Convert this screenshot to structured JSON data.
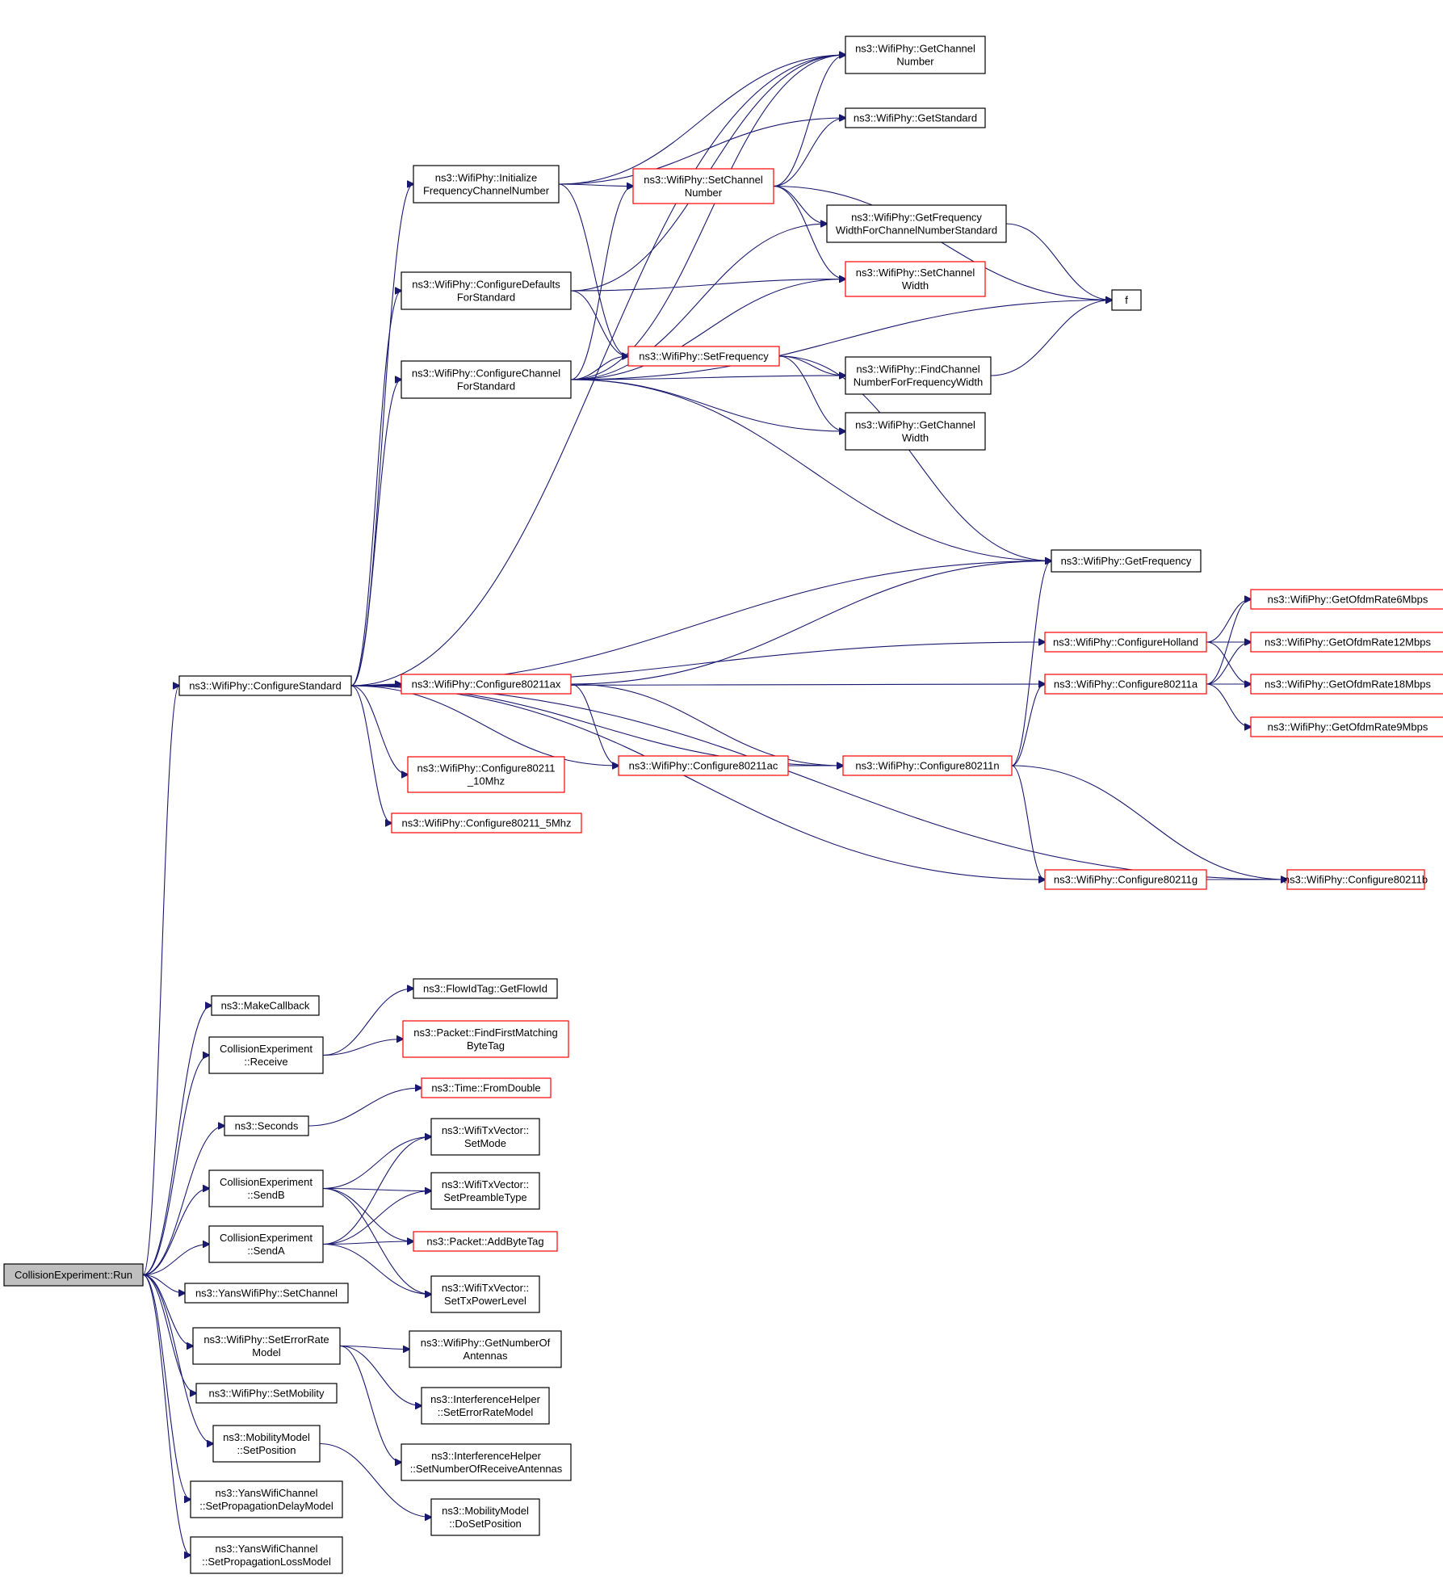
{
  "colors": {
    "edge": "#191970",
    "documented_border": "#000000",
    "undocumented_border": "#ff0000",
    "root_fill": "#bfbfbf"
  },
  "nodes": [
    {
      "id": "run",
      "lines": [
        "CollisionExperiment::Run"
      ],
      "border": "black",
      "root": true
    },
    {
      "id": "configureStandard",
      "lines": [
        "ns3::WifiPhy::ConfigureStandard"
      ],
      "border": "black"
    },
    {
      "id": "initFreq",
      "lines": [
        "ns3::WifiPhy::Initialize",
        "FrequencyChannelNumber"
      ],
      "border": "black"
    },
    {
      "id": "confDefaults",
      "lines": [
        "ns3::WifiPhy::ConfigureDefaults",
        "ForStandard"
      ],
      "border": "black"
    },
    {
      "id": "confChannel",
      "lines": [
        "ns3::WifiPhy::ConfigureChannel",
        "ForStandard"
      ],
      "border": "black"
    },
    {
      "id": "getChannelNumber",
      "lines": [
        "ns3::WifiPhy::GetChannel",
        "Number"
      ],
      "border": "black"
    },
    {
      "id": "getStandard",
      "lines": [
        "ns3::WifiPhy::GetStandard"
      ],
      "border": "black"
    },
    {
      "id": "setChannelNumber",
      "lines": [
        "ns3::WifiPhy::SetChannel",
        "Number"
      ],
      "border": "red"
    },
    {
      "id": "getFreqWidth",
      "lines": [
        "ns3::WifiPhy::GetFrequency",
        "WidthForChannelNumberStandard"
      ],
      "border": "black"
    },
    {
      "id": "setChannelWidth",
      "lines": [
        "ns3::WifiPhy::SetChannel",
        "Width"
      ],
      "border": "red"
    },
    {
      "id": "f",
      "lines": [
        "f"
      ],
      "border": "black"
    },
    {
      "id": "setFrequency",
      "lines": [
        "ns3::WifiPhy::SetFrequency"
      ],
      "border": "red"
    },
    {
      "id": "findChannel",
      "lines": [
        "ns3::WifiPhy::FindChannel",
        "NumberForFrequencyWidth"
      ],
      "border": "black"
    },
    {
      "id": "getChannelWidth",
      "lines": [
        "ns3::WifiPhy::GetChannel",
        "Width"
      ],
      "border": "black"
    },
    {
      "id": "getFrequency",
      "lines": [
        "ns3::WifiPhy::GetFrequency"
      ],
      "border": "black"
    },
    {
      "id": "confHolland",
      "lines": [
        "ns3::WifiPhy::ConfigureHolland"
      ],
      "border": "red"
    },
    {
      "id": "conf80211a",
      "lines": [
        "ns3::WifiPhy::Configure80211a"
      ],
      "border": "red"
    },
    {
      "id": "ofdm6",
      "lines": [
        "ns3::WifiPhy::GetOfdmRate6Mbps"
      ],
      "border": "red"
    },
    {
      "id": "ofdm12",
      "lines": [
        "ns3::WifiPhy::GetOfdmRate12Mbps"
      ],
      "border": "red"
    },
    {
      "id": "ofdm18",
      "lines": [
        "ns3::WifiPhy::GetOfdmRate18Mbps"
      ],
      "border": "red"
    },
    {
      "id": "ofdm9",
      "lines": [
        "ns3::WifiPhy::GetOfdmRate9Mbps"
      ],
      "border": "red"
    },
    {
      "id": "conf80211ax",
      "lines": [
        "ns3::WifiPhy::Configure80211ax"
      ],
      "border": "red"
    },
    {
      "id": "conf80211ac",
      "lines": [
        "ns3::WifiPhy::Configure80211ac"
      ],
      "border": "red"
    },
    {
      "id": "conf80211n",
      "lines": [
        "ns3::WifiPhy::Configure80211n"
      ],
      "border": "red"
    },
    {
      "id": "conf10mhz",
      "lines": [
        "ns3::WifiPhy::Configure80211",
        "_10Mhz"
      ],
      "border": "red"
    },
    {
      "id": "conf5mhz",
      "lines": [
        "ns3::WifiPhy::Configure80211_5Mhz"
      ],
      "border": "red"
    },
    {
      "id": "conf80211g",
      "lines": [
        "ns3::WifiPhy::Configure80211g"
      ],
      "border": "red"
    },
    {
      "id": "conf80211b",
      "lines": [
        "ns3::WifiPhy::Configure80211b"
      ],
      "border": "red"
    },
    {
      "id": "makeCallback",
      "lines": [
        "ns3::MakeCallback"
      ],
      "border": "black"
    },
    {
      "id": "receive",
      "lines": [
        "CollisionExperiment",
        "::Receive"
      ],
      "border": "black"
    },
    {
      "id": "getFlowId",
      "lines": [
        "ns3::FlowIdTag::GetFlowId"
      ],
      "border": "black"
    },
    {
      "id": "findFirstByteTag",
      "lines": [
        "ns3::Packet::FindFirstMatching",
        "ByteTag"
      ],
      "border": "red"
    },
    {
      "id": "seconds",
      "lines": [
        "ns3::Seconds"
      ],
      "border": "black"
    },
    {
      "id": "fromDouble",
      "lines": [
        "ns3::Time::FromDouble"
      ],
      "border": "red"
    },
    {
      "id": "sendB",
      "lines": [
        "CollisionExperiment",
        "::SendB"
      ],
      "border": "black"
    },
    {
      "id": "sendA",
      "lines": [
        "CollisionExperiment",
        "::SendA"
      ],
      "border": "black"
    },
    {
      "id": "setMode",
      "lines": [
        "ns3::WifiTxVector::",
        "SetMode"
      ],
      "border": "black"
    },
    {
      "id": "setPreamble",
      "lines": [
        "ns3::WifiTxVector::",
        "SetPreambleType"
      ],
      "border": "black"
    },
    {
      "id": "addByteTag",
      "lines": [
        "ns3::Packet::AddByteTag"
      ],
      "border": "red"
    },
    {
      "id": "setTxPower",
      "lines": [
        "ns3::WifiTxVector::",
        "SetTxPowerLevel"
      ],
      "border": "black"
    },
    {
      "id": "yansSetChannel",
      "lines": [
        "ns3::YansWifiPhy::SetChannel"
      ],
      "border": "black"
    },
    {
      "id": "setErrorRate",
      "lines": [
        "ns3::WifiPhy::SetErrorRate",
        "Model"
      ],
      "border": "black"
    },
    {
      "id": "getNumAntennas",
      "lines": [
        "ns3::WifiPhy::GetNumberOf",
        "Antennas"
      ],
      "border": "black"
    },
    {
      "id": "ihSetErrorRate",
      "lines": [
        "ns3::InterferenceHelper",
        "::SetErrorRateModel"
      ],
      "border": "black"
    },
    {
      "id": "ihSetNumAntennas",
      "lines": [
        "ns3::InterferenceHelper",
        "::SetNumberOfReceiveAntennas"
      ],
      "border": "black"
    },
    {
      "id": "setMobility",
      "lines": [
        "ns3::WifiPhy::SetMobility"
      ],
      "border": "black"
    },
    {
      "id": "mmSetPosition",
      "lines": [
        "ns3::MobilityModel",
        "::SetPosition"
      ],
      "border": "black"
    },
    {
      "id": "mmDoSetPosition",
      "lines": [
        "ns3::MobilityModel",
        "::DoSetPosition"
      ],
      "border": "black"
    },
    {
      "id": "ywcSetDelay",
      "lines": [
        "ns3::YansWifiChannel",
        "::SetPropagationDelayModel"
      ],
      "border": "black"
    },
    {
      "id": "ywcSetLoss",
      "lines": [
        "ns3::YansWifiChannel",
        "::SetPropagationLossModel"
      ],
      "border": "black"
    }
  ],
  "edges": [
    [
      "run",
      "configureStandard"
    ],
    [
      "run",
      "makeCallback"
    ],
    [
      "run",
      "receive"
    ],
    [
      "run",
      "seconds"
    ],
    [
      "run",
      "sendB"
    ],
    [
      "run",
      "sendA"
    ],
    [
      "run",
      "yansSetChannel"
    ],
    [
      "run",
      "setErrorRate"
    ],
    [
      "run",
      "setMobility"
    ],
    [
      "run",
      "mmSetPosition"
    ],
    [
      "run",
      "ywcSetDelay"
    ],
    [
      "run",
      "ywcSetLoss"
    ],
    [
      "configureStandard",
      "initFreq"
    ],
    [
      "configureStandard",
      "confDefaults"
    ],
    [
      "configureStandard",
      "confChannel"
    ],
    [
      "configureStandard",
      "getChannelNumber"
    ],
    [
      "configureStandard",
      "getFrequency"
    ],
    [
      "configureStandard",
      "confHolland"
    ],
    [
      "configureStandard",
      "conf80211a"
    ],
    [
      "configureStandard",
      "conf80211ax"
    ],
    [
      "configureStandard",
      "conf80211ac"
    ],
    [
      "configureStandard",
      "conf80211n"
    ],
    [
      "configureStandard",
      "conf10mhz"
    ],
    [
      "configureStandard",
      "conf5mhz"
    ],
    [
      "configureStandard",
      "conf80211g"
    ],
    [
      "configureStandard",
      "conf80211b"
    ],
    [
      "initFreq",
      "getChannelNumber"
    ],
    [
      "initFreq",
      "getStandard"
    ],
    [
      "initFreq",
      "setChannelNumber"
    ],
    [
      "initFreq",
      "setFrequency"
    ],
    [
      "confDefaults",
      "getChannelNumber"
    ],
    [
      "confDefaults",
      "setChannelWidth"
    ],
    [
      "confDefaults",
      "setFrequency"
    ],
    [
      "confChannel",
      "getChannelNumber"
    ],
    [
      "confChannel",
      "setChannelNumber"
    ],
    [
      "confChannel",
      "getFreqWidth"
    ],
    [
      "confChannel",
      "setChannelWidth"
    ],
    [
      "confChannel",
      "setFrequency"
    ],
    [
      "confChannel",
      "findChannel"
    ],
    [
      "confChannel",
      "getChannelWidth"
    ],
    [
      "confChannel",
      "f"
    ],
    [
      "confChannel",
      "getFrequency"
    ],
    [
      "setChannelNumber",
      "getChannelNumber"
    ],
    [
      "setChannelNumber",
      "getStandard"
    ],
    [
      "setChannelNumber",
      "getFreqWidth"
    ],
    [
      "setChannelNumber",
      "setChannelWidth"
    ],
    [
      "setChannelNumber",
      "f"
    ],
    [
      "getFreqWidth",
      "f"
    ],
    [
      "setFrequency",
      "findChannel"
    ],
    [
      "setFrequency",
      "getChannelWidth"
    ],
    [
      "setFrequency",
      "getFrequency"
    ],
    [
      "findChannel",
      "f"
    ],
    [
      "conf80211ax",
      "getFrequency"
    ],
    [
      "conf80211ax",
      "conf80211ac"
    ],
    [
      "conf80211ax",
      "conf80211n"
    ],
    [
      "conf80211ac",
      "conf80211n"
    ],
    [
      "conf80211n",
      "getFrequency"
    ],
    [
      "conf80211n",
      "conf80211a"
    ],
    [
      "conf80211n",
      "conf80211g"
    ],
    [
      "conf80211n",
      "conf80211b"
    ],
    [
      "conf80211g",
      "conf80211b"
    ],
    [
      "confHolland",
      "ofdm6"
    ],
    [
      "confHolland",
      "ofdm12"
    ],
    [
      "confHolland",
      "ofdm18"
    ],
    [
      "conf80211a",
      "ofdm6"
    ],
    [
      "conf80211a",
      "ofdm12"
    ],
    [
      "conf80211a",
      "ofdm18"
    ],
    [
      "conf80211a",
      "ofdm9"
    ],
    [
      "receive",
      "getFlowId"
    ],
    [
      "receive",
      "findFirstByteTag"
    ],
    [
      "seconds",
      "fromDouble"
    ],
    [
      "sendB",
      "setMode"
    ],
    [
      "sendB",
      "setPreamble"
    ],
    [
      "sendB",
      "addByteTag"
    ],
    [
      "sendB",
      "setTxPower"
    ],
    [
      "sendA",
      "setMode"
    ],
    [
      "sendA",
      "setPreamble"
    ],
    [
      "sendA",
      "addByteTag"
    ],
    [
      "sendA",
      "setTxPower"
    ],
    [
      "setErrorRate",
      "getNumAntennas"
    ],
    [
      "setErrorRate",
      "ihSetErrorRate"
    ],
    [
      "setErrorRate",
      "ihSetNumAntennas"
    ],
    [
      "mmSetPosition",
      "mmDoSetPosition"
    ]
  ]
}
